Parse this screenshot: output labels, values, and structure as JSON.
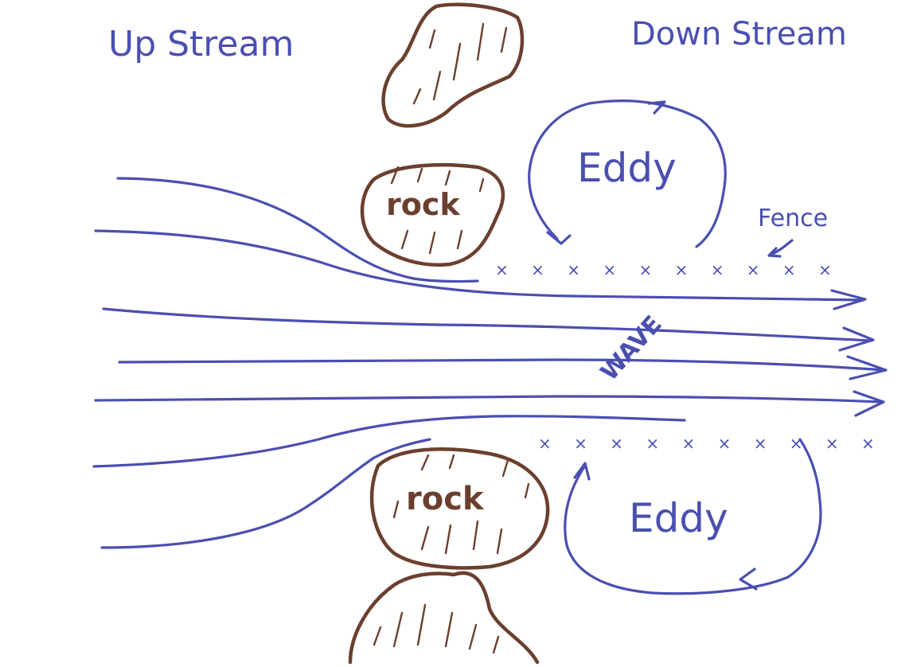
{
  "labels": {
    "upstream": "Up Stream",
    "downstream": "Down Stream",
    "eddy_top": "Eddy",
    "eddy_bottom": "Eddy",
    "rock_top": "rock",
    "rock_bottom": "rock",
    "fence": "Fence",
    "wave": "WAVE"
  },
  "fences": {
    "top": "× × × × × × × × × ×",
    "bottom": "× × × × × × × × × ×"
  },
  "colors": {
    "water_ink": "#4a4fb0",
    "rock_ink": "#6b3f2f",
    "background": "#ffffff"
  }
}
